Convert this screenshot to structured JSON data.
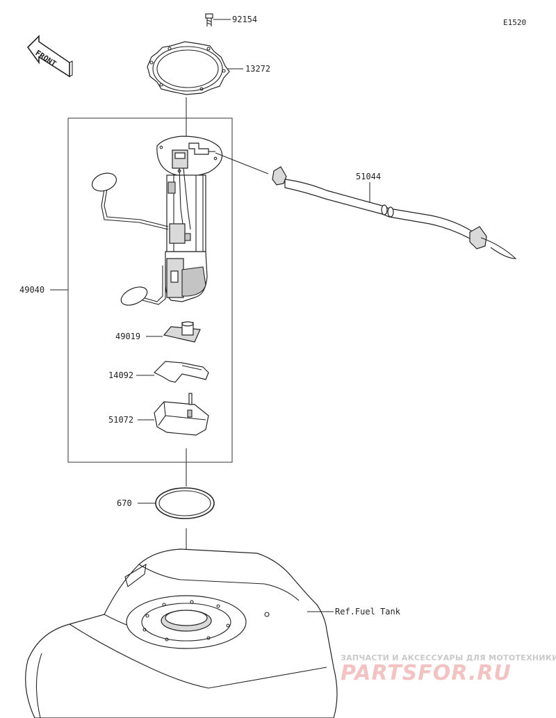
{
  "diagram_code": "E1520",
  "front_label": "FRONT",
  "parts": {
    "bolt": "92154",
    "gasket": "13272",
    "pump_assembly": "49040",
    "hose": "51044",
    "sender": "49019",
    "holder": "14092",
    "cover": "51072",
    "o_ring": "670"
  },
  "reference": "Ref.Fuel Tank",
  "watermark": {
    "tagline": "ЗАПЧАСТИ И АКСЕССУАРЫ ДЛЯ МОТОТЕХНИКИ",
    "brand": "PARTSFOR.RU"
  }
}
